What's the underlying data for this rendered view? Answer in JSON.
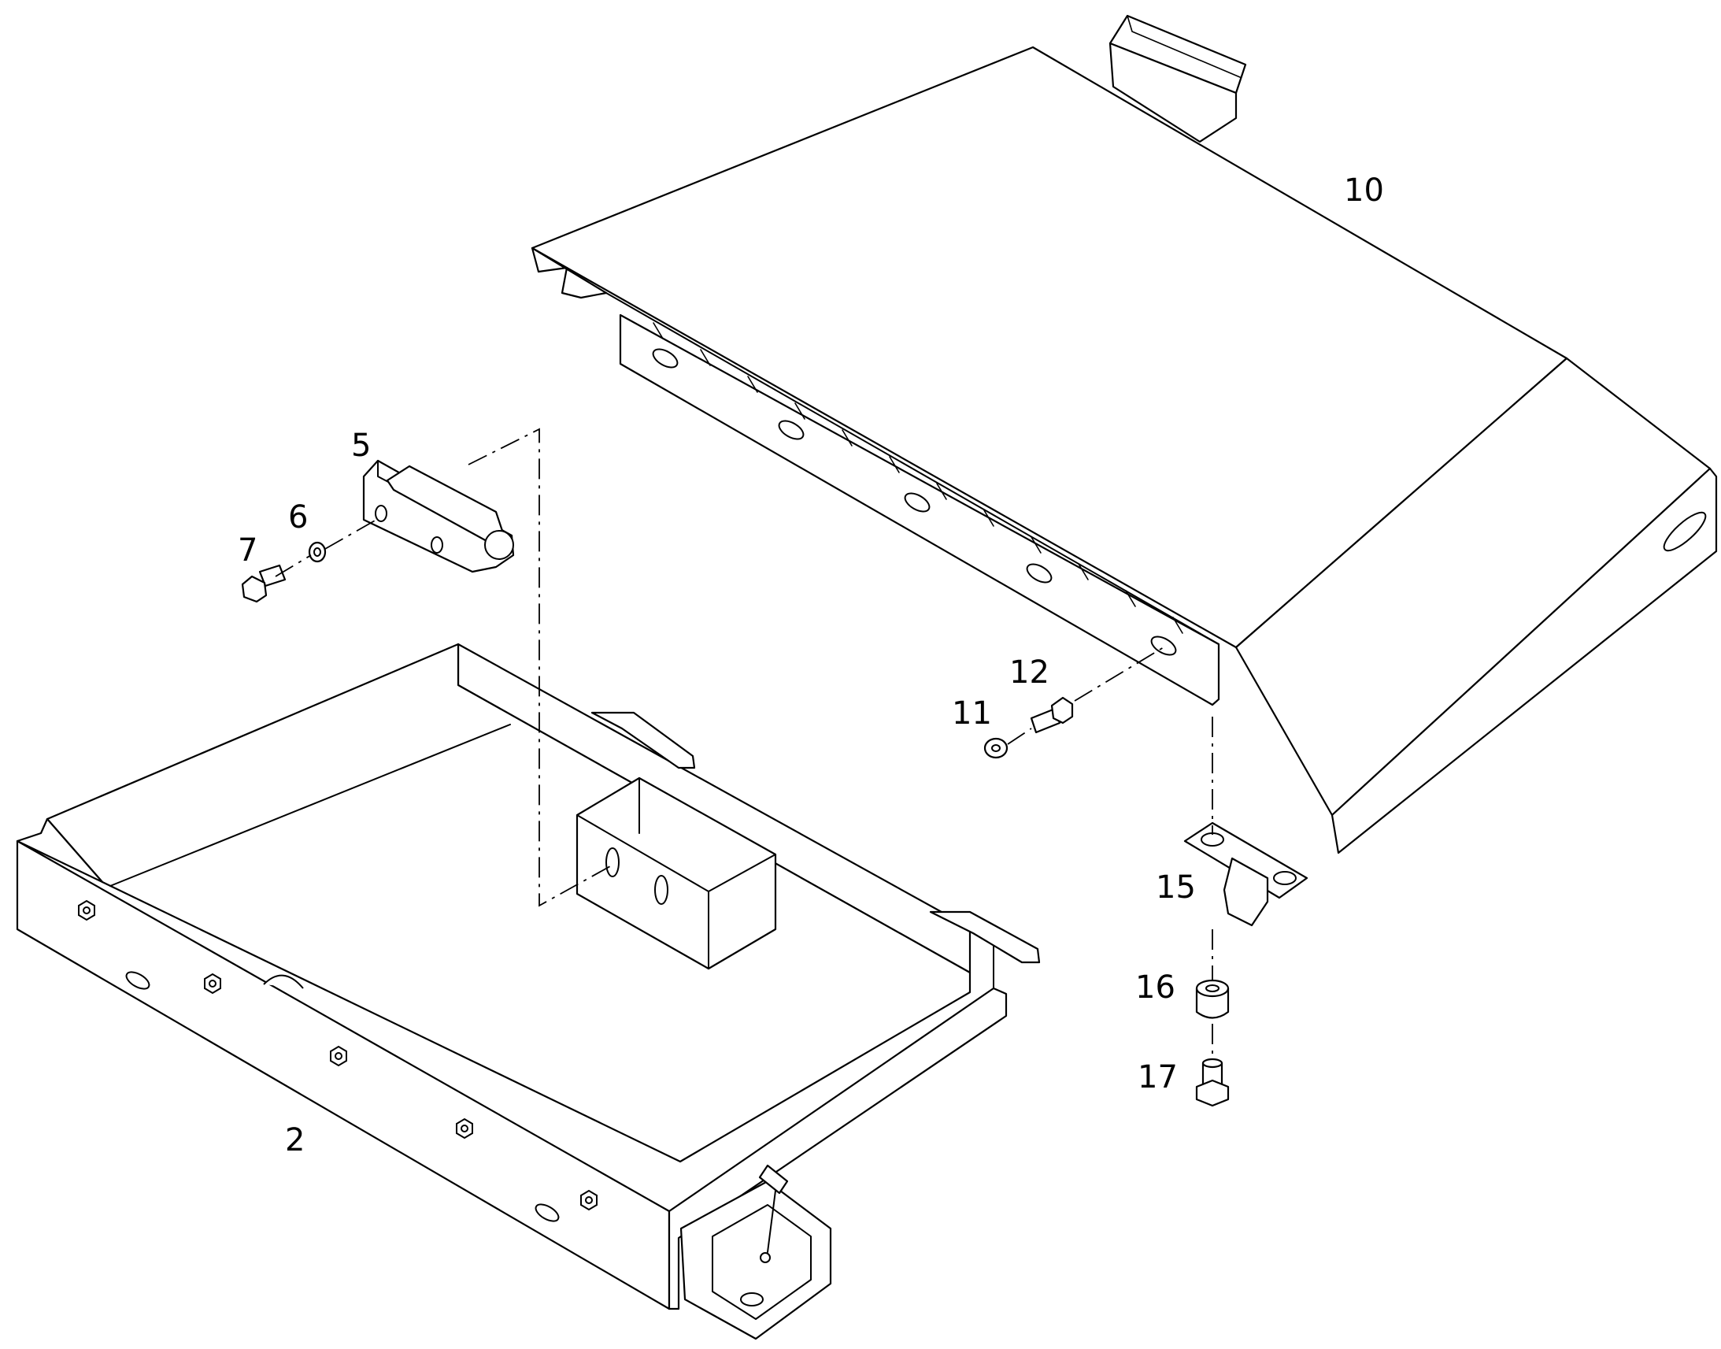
{
  "callouts": [
    {
      "id": "2",
      "label": "2"
    },
    {
      "id": "5",
      "label": "5"
    },
    {
      "id": "6",
      "label": "6"
    },
    {
      "id": "7",
      "label": "7"
    },
    {
      "id": "10",
      "label": "10"
    },
    {
      "id": "11",
      "label": "11"
    },
    {
      "id": "12",
      "label": "12"
    },
    {
      "id": "15",
      "label": "15"
    },
    {
      "id": "16",
      "label": "16"
    },
    {
      "id": "17",
      "label": "17"
    }
  ],
  "colors": {
    "ink": "#000000",
    "paper": "#ffffff"
  }
}
